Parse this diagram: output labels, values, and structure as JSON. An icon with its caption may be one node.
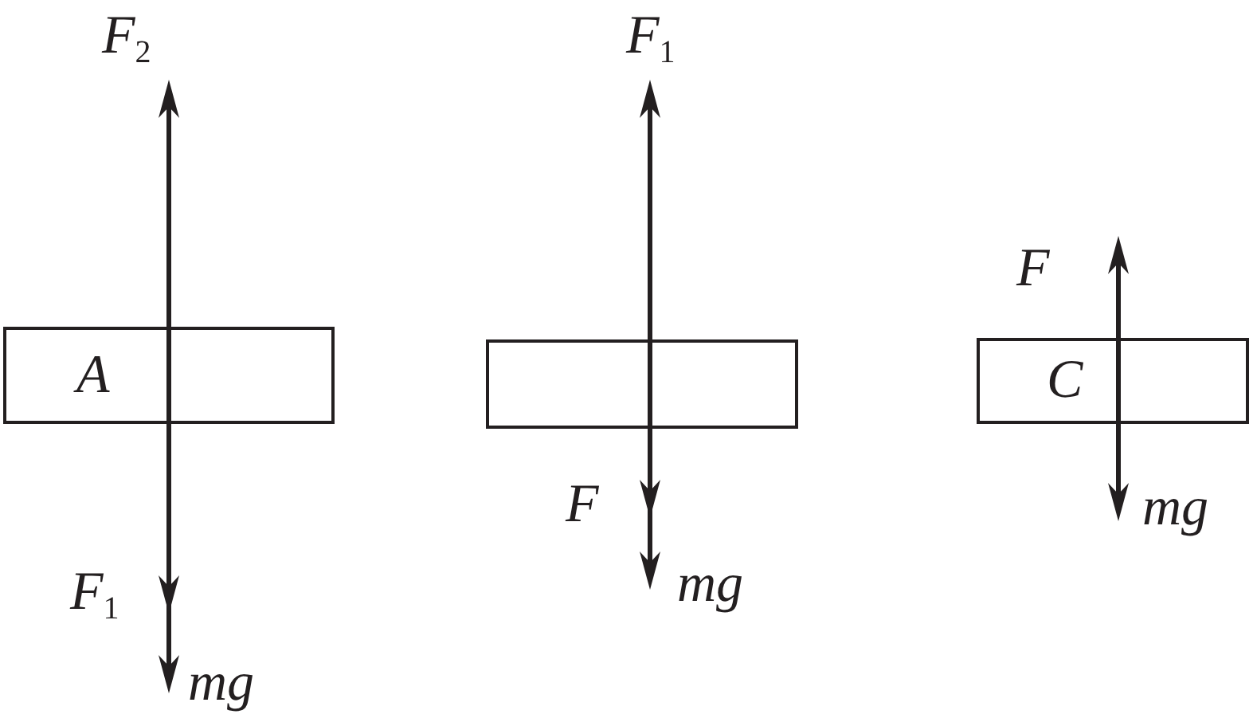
{
  "diagram": {
    "nodes": [
      {
        "text": [
          "A"
        ]
      },
      {
        "text": [],
        "shape": "box"
      },
      {
        "text": [
          "C"
        ]
      }
    ],
    "labels": [
      "F$_{2}$",
      "F$_{1}$",
      "F",
      "F",
      "mg",
      "mg",
      "F$_{1}$",
      "mg"
    ]
  }
}
